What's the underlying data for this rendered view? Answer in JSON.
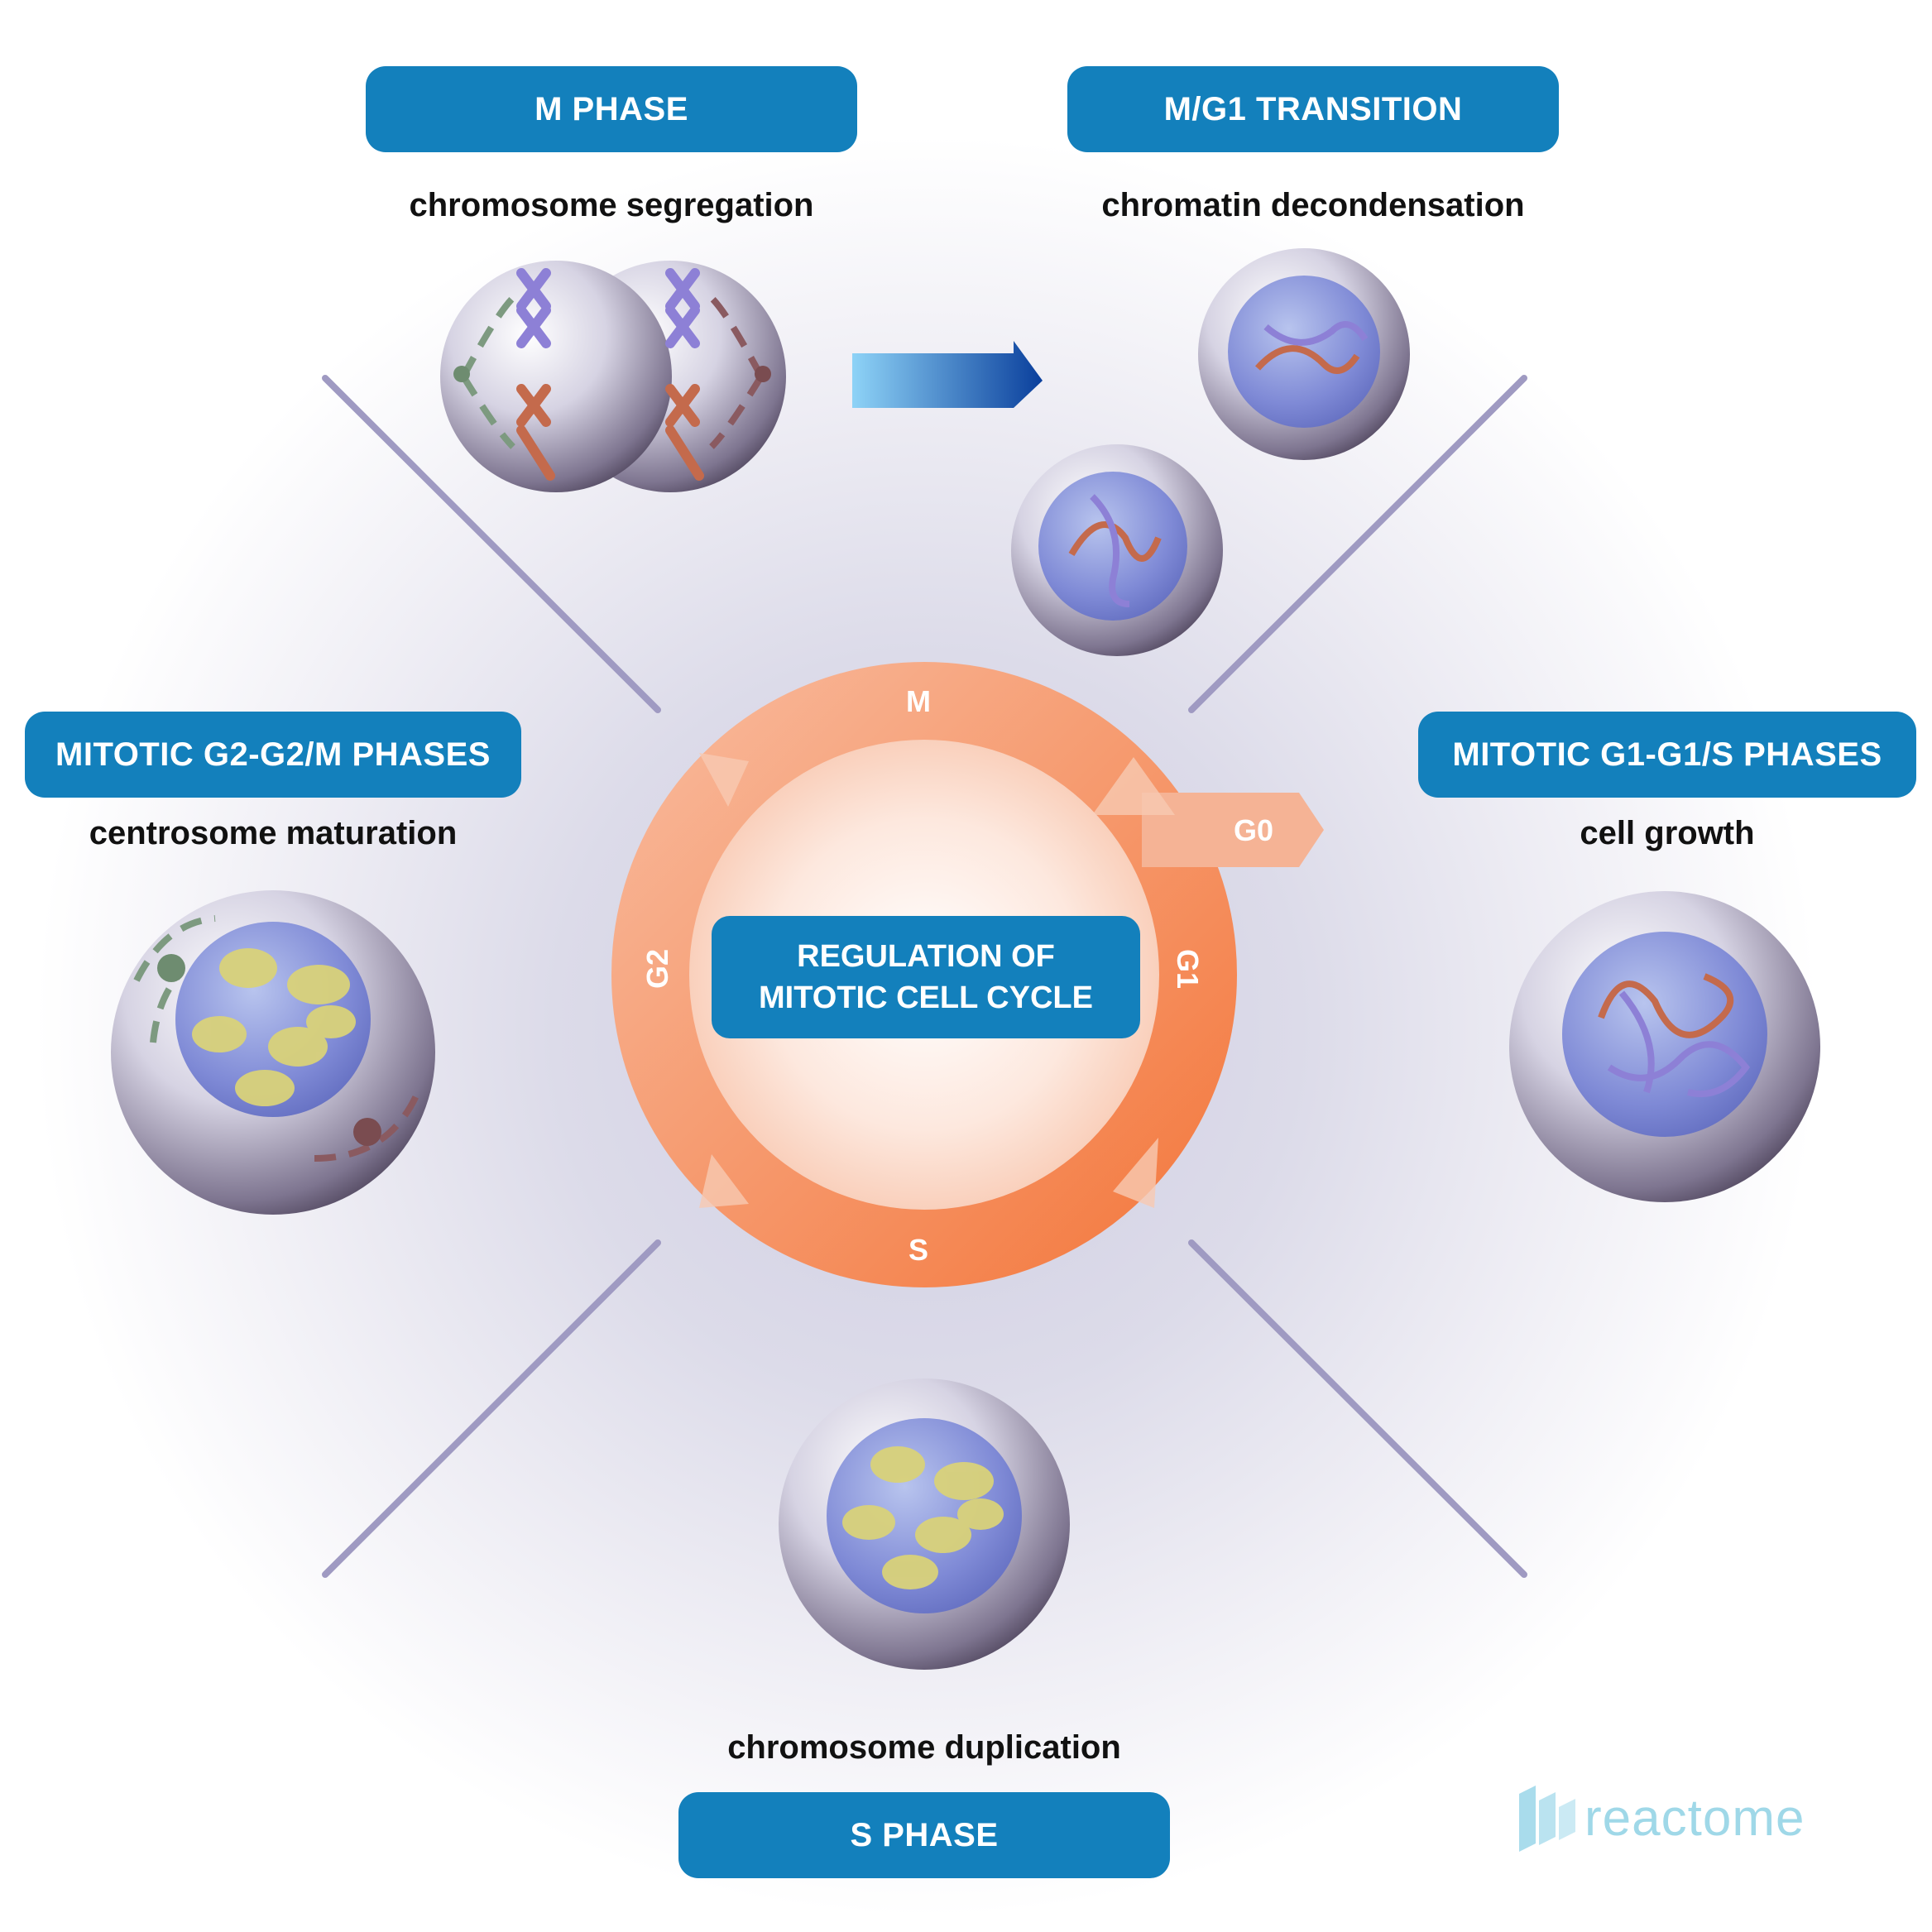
{
  "center": {
    "line1": "REGULATION OF",
    "line2": "MITOTIC CELL CYCLE"
  },
  "cycle": {
    "m": "M",
    "g1": "G1",
    "s": "S",
    "g2": "G2",
    "g0": "G0",
    "ring_color": "#f47a40"
  },
  "phases": {
    "m_phase": {
      "title": "M PHASE",
      "caption": "chromosome segregation"
    },
    "m_g1": {
      "title": "M/G1 TRANSITION",
      "caption": "chromatin decondensation"
    },
    "g2_m": {
      "title": "MITOTIC G2-G2/M PHASES",
      "caption": "centrosome maturation"
    },
    "g1_s": {
      "title": "MITOTIC G1-G1/S PHASES",
      "caption": "cell growth"
    },
    "s_phase": {
      "title": "S PHASE",
      "caption": "chromosome duplication"
    }
  },
  "brand": {
    "name": "reactome",
    "color": "#1380bc"
  }
}
